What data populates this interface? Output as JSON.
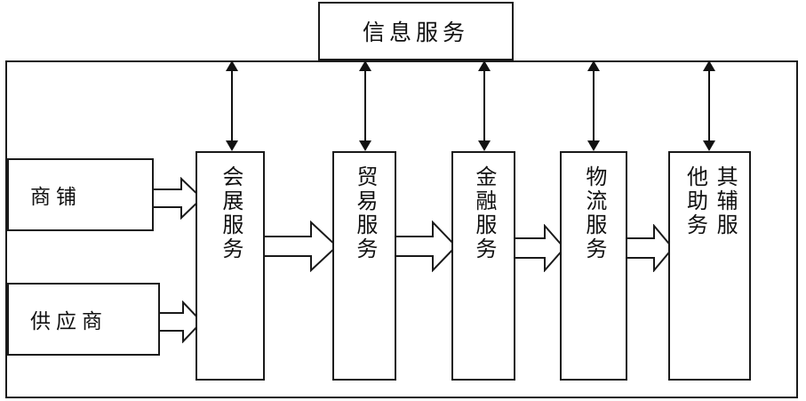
{
  "diagram": {
    "title_box": {
      "name": "information-service",
      "label": "信息服务"
    },
    "outer_container": {
      "name": "platform-container",
      "label": ""
    },
    "sources": [
      {
        "id": "shop",
        "label": "商铺"
      },
      {
        "id": "supplier",
        "label": "供应商"
      }
    ],
    "services": [
      {
        "id": "exhibition",
        "label": "会展服务",
        "columns": [
          "会展服务"
        ]
      },
      {
        "id": "trade",
        "label": "贸易服务",
        "columns": [
          "贸易服务"
        ]
      },
      {
        "id": "finance",
        "label": "金融服务",
        "columns": [
          "金融服务"
        ]
      },
      {
        "id": "logistics",
        "label": "物流服务",
        "columns": [
          "物流服务"
        ]
      },
      {
        "id": "other",
        "label": "其他辅助服务",
        "columns": [
          "其辅服",
          "他助务"
        ]
      }
    ],
    "connectors": {
      "vertical_double_arrows": [
        {
          "from": "platform-container",
          "to": "exhibition"
        },
        {
          "from": "platform-container",
          "to": "trade"
        },
        {
          "from": "platform-container",
          "to": "finance"
        },
        {
          "from": "platform-container",
          "to": "logistics"
        },
        {
          "from": "platform-container",
          "to": "other"
        }
      ],
      "horizontal_block_arrows": [
        {
          "from": "shop",
          "to": "exhibition"
        },
        {
          "from": "supplier",
          "to": "exhibition"
        },
        {
          "from": "exhibition",
          "to": "trade"
        },
        {
          "from": "trade",
          "to": "finance"
        },
        {
          "from": "finance",
          "to": "logistics"
        },
        {
          "from": "logistics",
          "to": "other"
        }
      ]
    },
    "colors": {
      "stroke": "#1a1a1a",
      "fill": "#ffffff",
      "text": "#111111"
    }
  }
}
